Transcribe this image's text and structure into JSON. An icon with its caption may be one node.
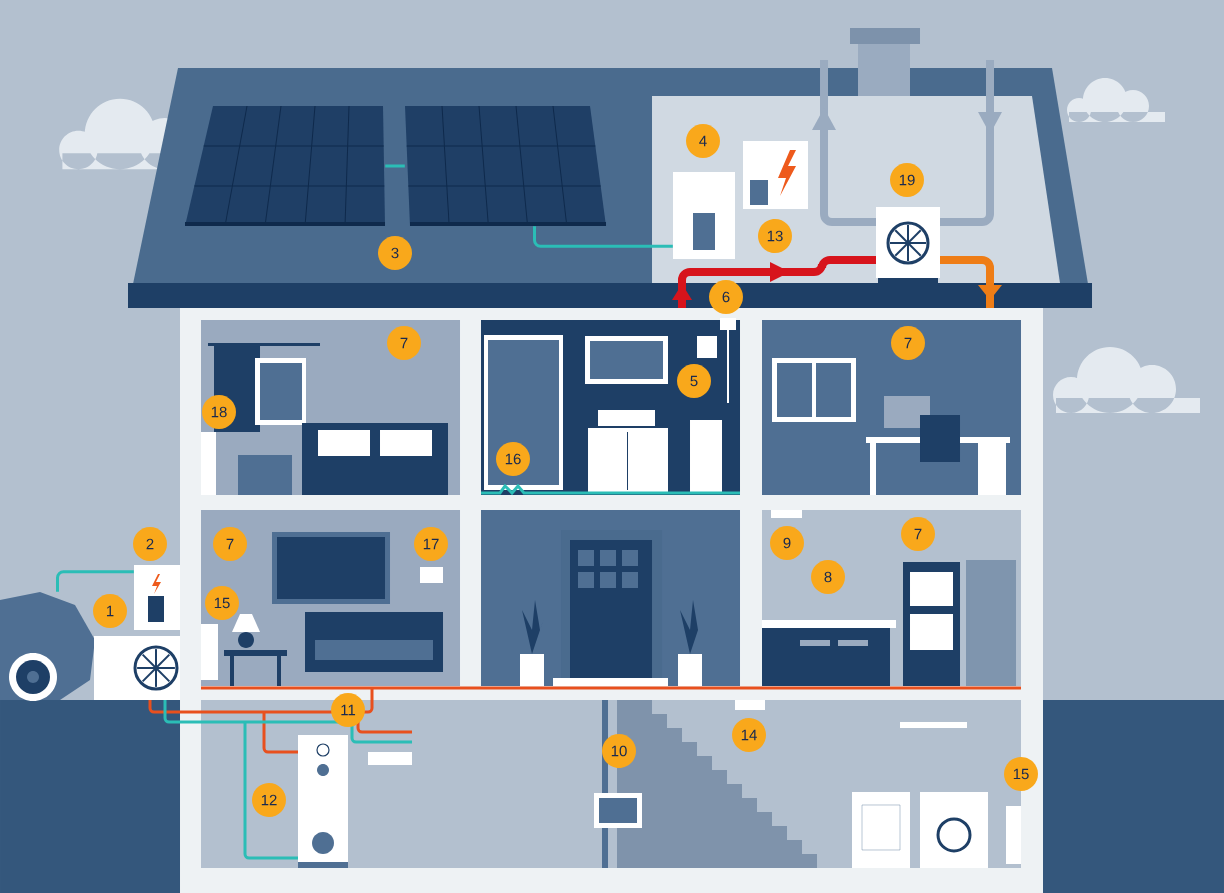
{
  "diagram": {
    "nodes": [
      {
        "text": [],
        "shape": "picture"
      },
      {
        "text": [],
        "shape": "picture"
      },
      {
        "text": [],
        "shape": "box"
      },
      {
        "text": [],
        "shape": "box"
      },
      {
        "text": [],
        "shape": "picture"
      }
    ],
    "edges": [
      {
        "from": 0,
        "to": 1,
        "arrow": "none"
      },
      {
        "from": 1,
        "to": 2,
        "arrow": "none"
      },
      {
        "from": 3,
        "to": 4,
        "arrow": "none"
      }
    ],
    "labels": [
      "4",
      "19",
      "13",
      "3",
      "6",
      "7",
      "7",
      "5",
      "18",
      "16",
      "2",
      "7",
      "17",
      "9",
      "7",
      "8",
      "15",
      "1",
      "11",
      "14",
      "10",
      "15",
      "12"
    ]
  }
}
